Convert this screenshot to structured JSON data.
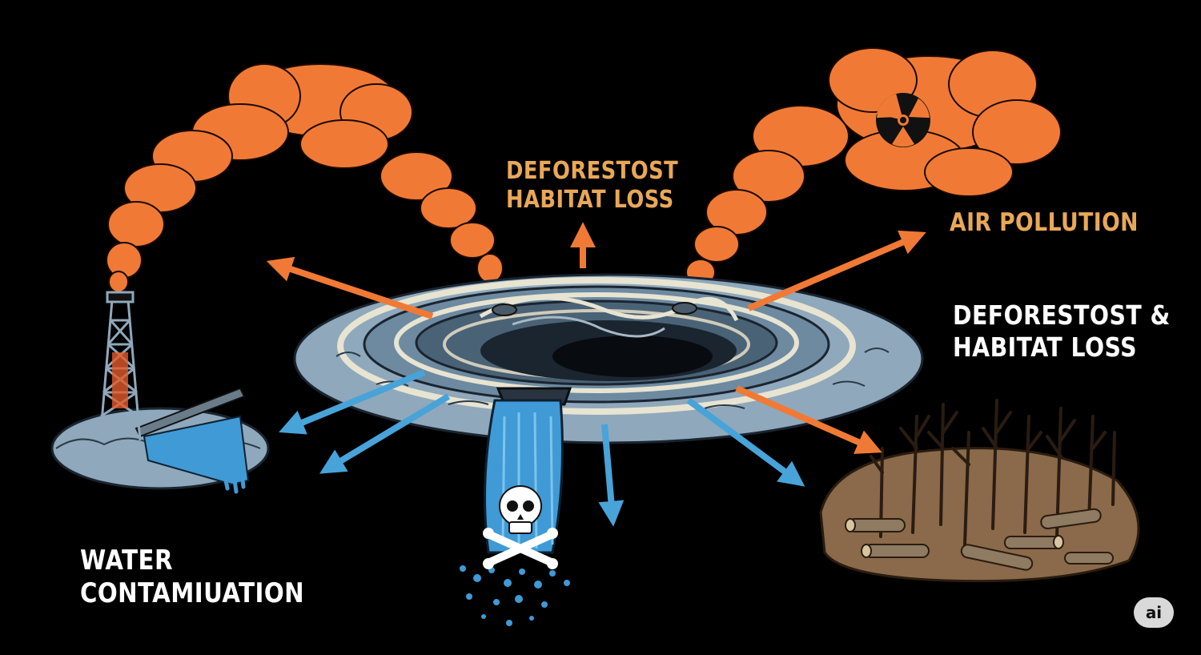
{
  "labels": {
    "top": [
      "DEFORESTOST",
      "HABITAT LOSS"
    ],
    "air": [
      "AIR POLLUTION"
    ],
    "right": [
      "DEFORESTOST &",
      "HABITAT LOSS"
    ],
    "water": [
      "WATER",
      "CONTAMIUATION"
    ]
  },
  "badge": "ai",
  "icons": [
    "oil-derrick-icon",
    "skull-crossbones-icon",
    "radiation-icon",
    "tree-stump-icon"
  ],
  "colors": {
    "background": "#000000",
    "smoke": "#f07a35",
    "orange_arrow": "#f07a35",
    "blue_arrow": "#48a3d8",
    "water": "#3f9ad6",
    "pit_rock": "#8fa8bb",
    "ground": "#8a6a4a",
    "label_orange": "#e9a857",
    "label_white": "#ffffff",
    "badge_bg": "#d9d9d9"
  }
}
